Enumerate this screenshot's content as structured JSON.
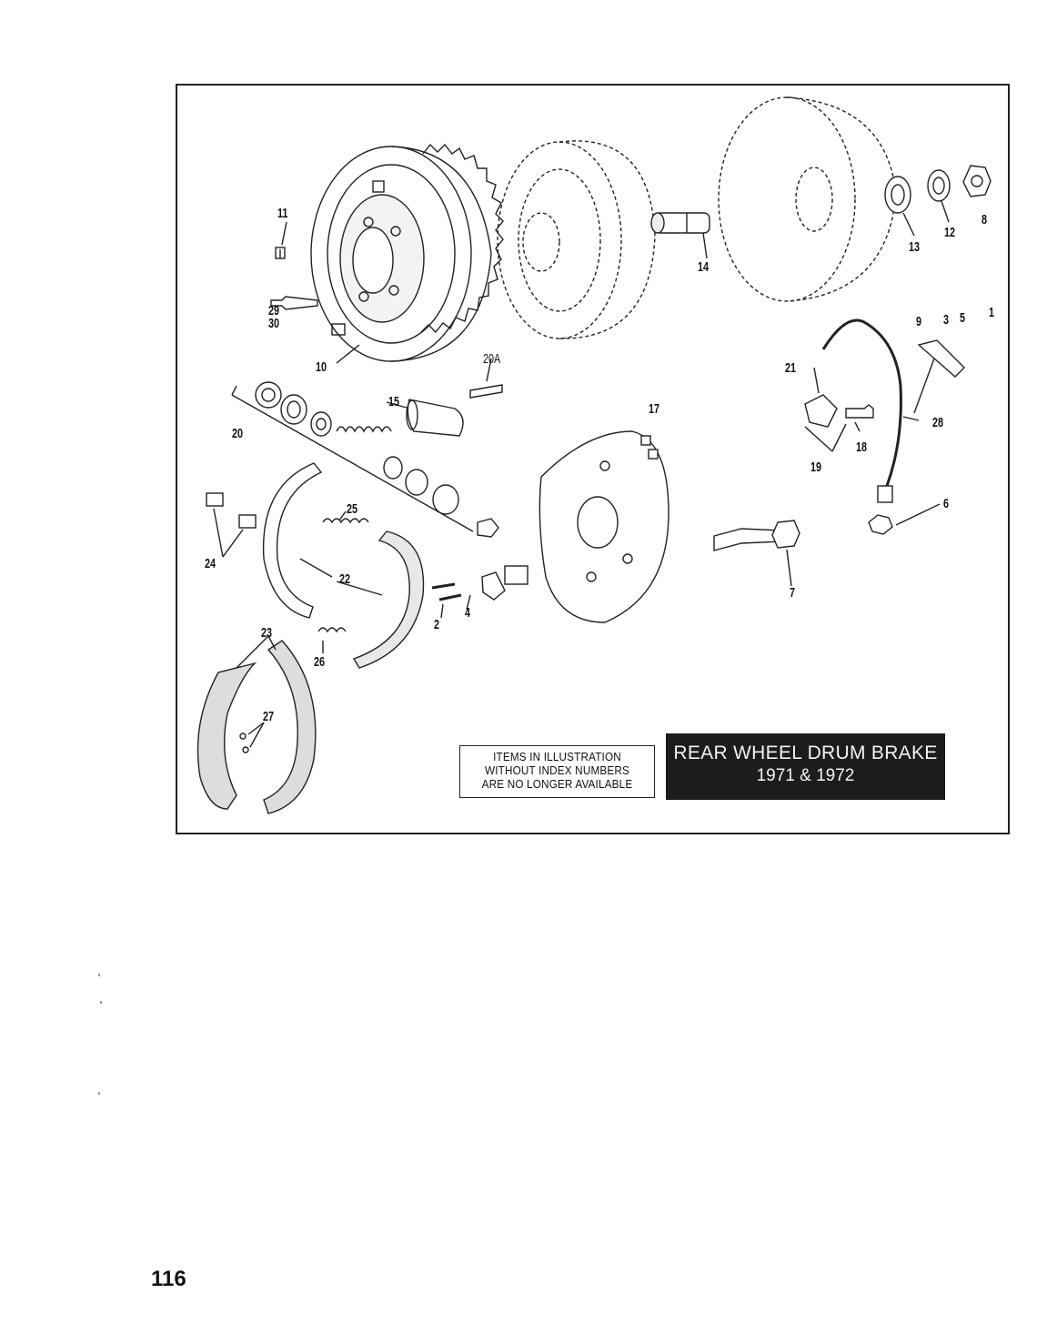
{
  "page_number": "116",
  "title_block": {
    "title": "REAR WHEEL DRUM BRAKE",
    "years": "1971 & 1972"
  },
  "note": {
    "lines": [
      "ITEMS IN ILLUSTRATION",
      "WITHOUT INDEX NUMBERS",
      "ARE NO LONGER AVAILABLE"
    ]
  },
  "callouts": [
    "11",
    "29",
    "30",
    "10",
    "20A",
    "15",
    "20",
    "14",
    "13",
    "12",
    "8",
    "9",
    "3",
    "5",
    "1",
    "21",
    "17",
    "18",
    "19",
    "28",
    "6",
    "25",
    "24",
    "22",
    "7",
    "4",
    "2",
    "23",
    "26",
    "27"
  ]
}
